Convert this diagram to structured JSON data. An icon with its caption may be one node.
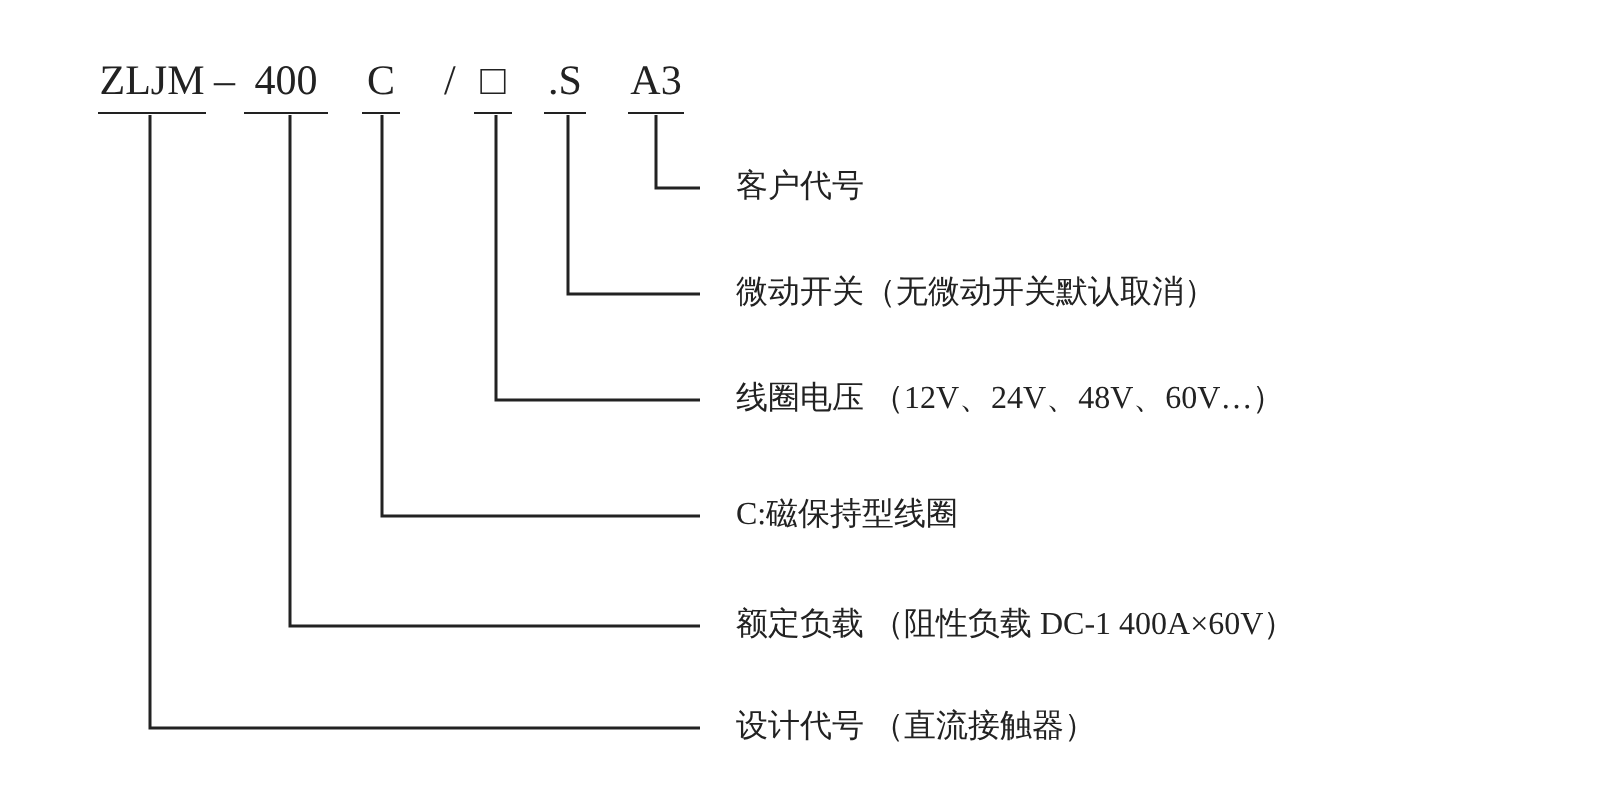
{
  "diagram": {
    "nodes": [
      {
        "text": [
          "ZLJM"
        ]
      },
      {
        "text": [
          "400"
        ]
      },
      {
        "text": [
          "C"
        ]
      },
      {
        "text": [
          "□"
        ]
      },
      {
        "text": [
          ".S"
        ]
      },
      {
        "text": [
          "A3"
        ]
      },
      {
        "text": [
          "客户代号"
        ]
      },
      {
        "text": [
          "微动开关（无微动开关默认取消）"
        ]
      },
      {
        "text": [
          "线圈电压 （12V、24V、48V、60V…）"
        ]
      },
      {
        "text": [
          "C:磁保持型线圈"
        ]
      },
      {
        "text": [
          "额定负载 （阻性负载 DC-1 400A×60V）"
        ]
      },
      {
        "text": [
          "设计代号 （直流接触器）"
        ]
      }
    ],
    "edges": [
      {
        "from": 5,
        "to": 6,
        "arrow": "none"
      },
      {
        "from": 4,
        "to": 7,
        "arrow": "none"
      },
      {
        "from": 3,
        "to": 8,
        "arrow": "none"
      },
      {
        "from": 2,
        "to": 9,
        "arrow": "none"
      },
      {
        "from": 1,
        "to": 10,
        "arrow": "none"
      },
      {
        "from": 0,
        "to": 11,
        "arrow": "none"
      }
    ],
    "labels": [
      "–",
      "/"
    ]
  }
}
